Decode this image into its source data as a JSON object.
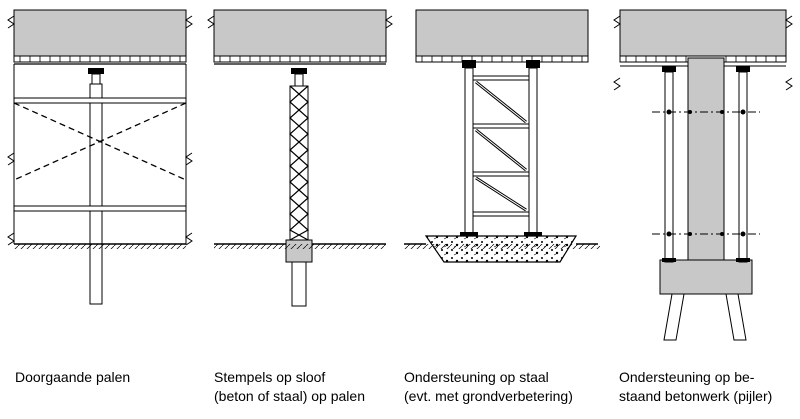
{
  "panels": [
    {
      "caption": [
        "Doorgaande palen"
      ]
    },
    {
      "caption": [
        "Stempels op sloof",
        "(beton of staal) op palen"
      ]
    },
    {
      "caption": [
        "Ondersteuning op staal",
        "(evt. met grondverbetering)"
      ]
    },
    {
      "caption": [
        "Ondersteuning op be-",
        "staand betonwerk (pijler)"
      ]
    }
  ],
  "colors": {
    "slab": "#c8c8c8",
    "line": "#000000",
    "background": "#ffffff"
  }
}
